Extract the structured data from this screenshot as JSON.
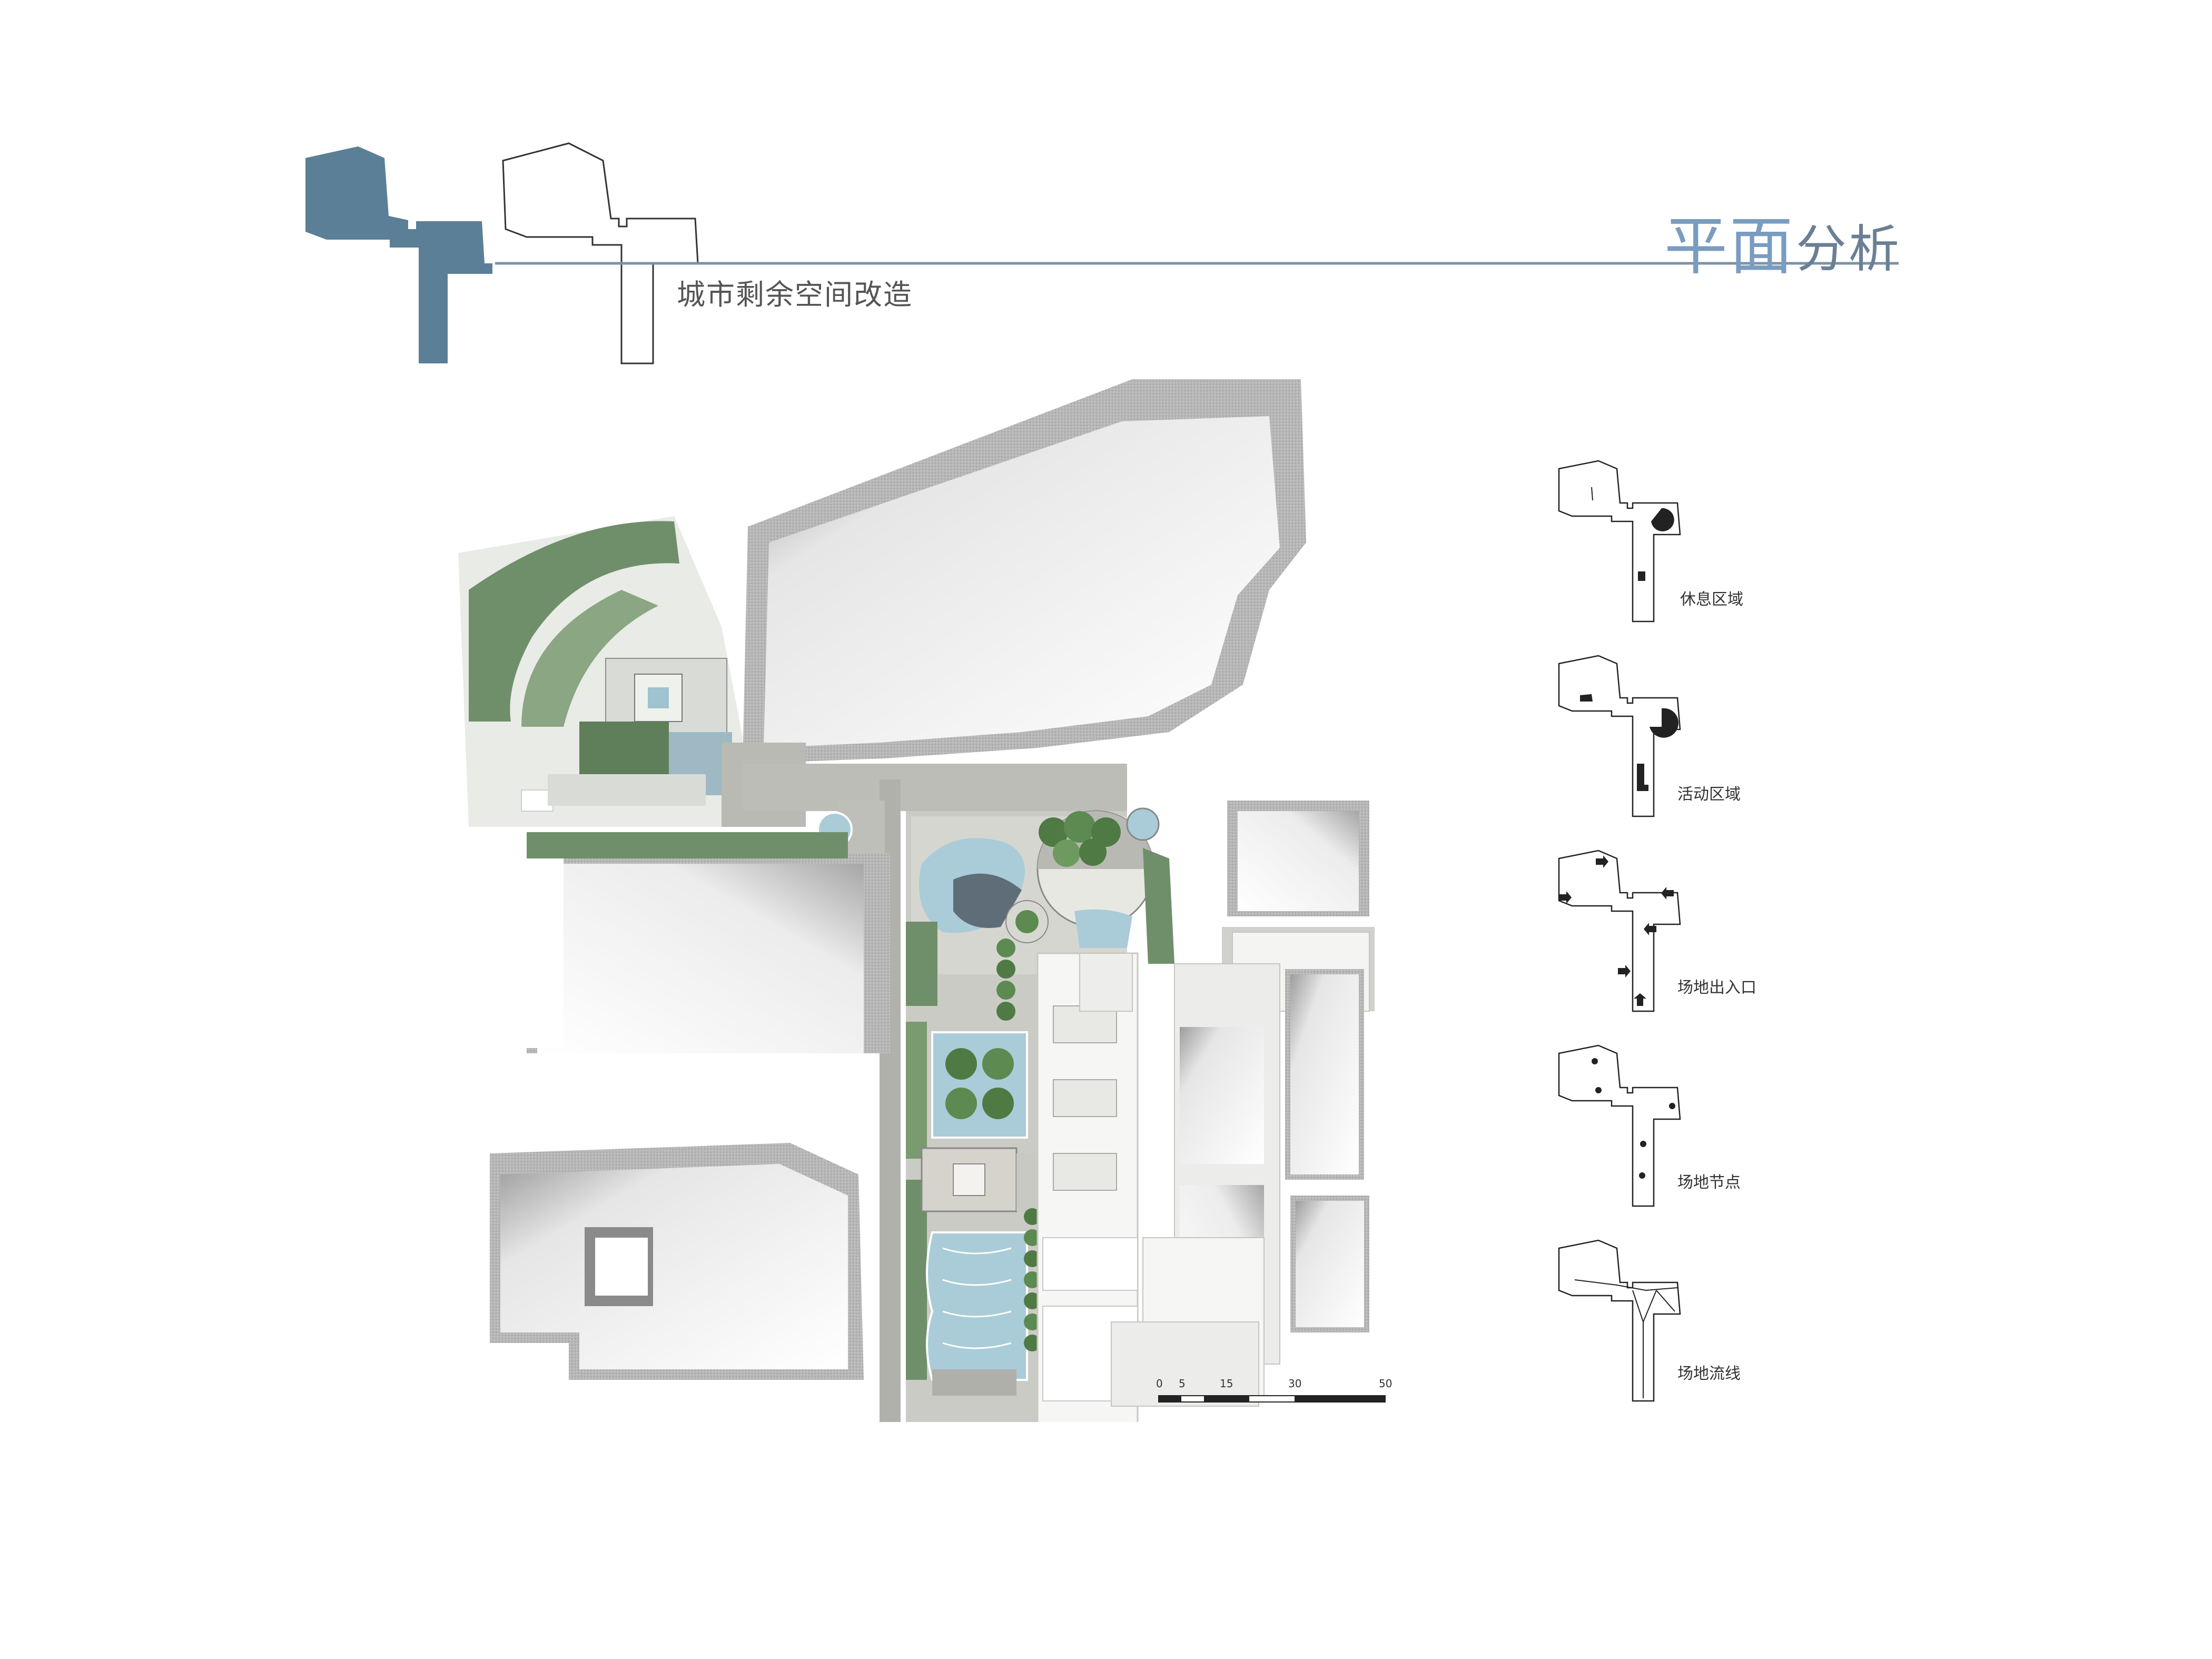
{
  "header": {
    "title_main": "平面",
    "title_sub": "分析",
    "subtitle": "城市剩余空间改造",
    "colors": {
      "accent": "#5b7f96",
      "title_main": "#7a9cc0",
      "rule": "#7a93a6"
    }
  },
  "legend": {
    "items": [
      {
        "label": "休息区域"
      },
      {
        "label": "活动区域"
      },
      {
        "label": "场地出入口"
      },
      {
        "label": "场地节点"
      },
      {
        "label": "场地流线"
      }
    ]
  },
  "scale_bar": {
    "ticks": [
      "0",
      "5",
      "15",
      "30",
      "50"
    ]
  },
  "plan": {
    "colors": {
      "vegetation": "#6f8f6a",
      "water": "#a9ccd8",
      "paving": "#c9c9c4",
      "roof_shadow": "#bdbdbd"
    }
  }
}
